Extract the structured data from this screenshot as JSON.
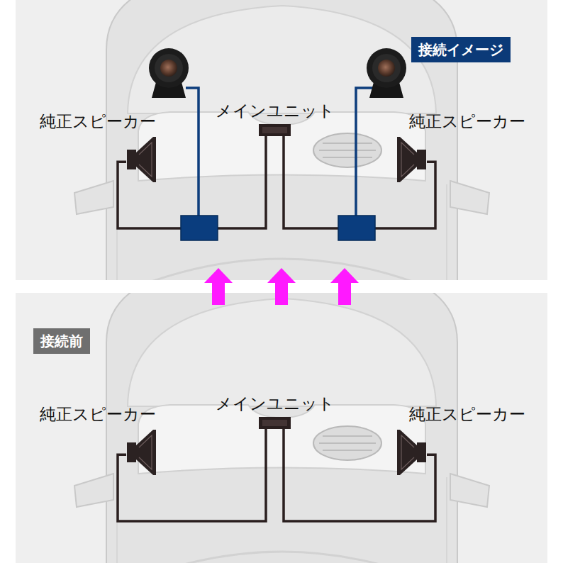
{
  "diagram": {
    "nodes": [
      {
        "text": [
          "接続イメージ"
        ]
      },
      {
        "text": [
          "メインユニット"
        ]
      },
      {
        "text": [
          "純正スピーカー"
        ]
      },
      {
        "text": [
          "純正スピーカー"
        ]
      },
      {
        "text": [
          "接続前"
        ]
      },
      {
        "text": [
          "メインユニット"
        ]
      },
      {
        "text": [
          "純正スピーカー"
        ]
      },
      {
        "text": [
          "純正スピーカー"
        ]
      }
    ],
    "edges": [
      {
        "from": 1,
        "to": 2,
        "arrow": "none"
      },
      {
        "from": 1,
        "to": 3,
        "arrow": "none"
      },
      {
        "from": 5,
        "to": 6,
        "arrow": "none"
      },
      {
        "from": 5,
        "to": 7,
        "arrow": "none"
      }
    ]
  }
}
